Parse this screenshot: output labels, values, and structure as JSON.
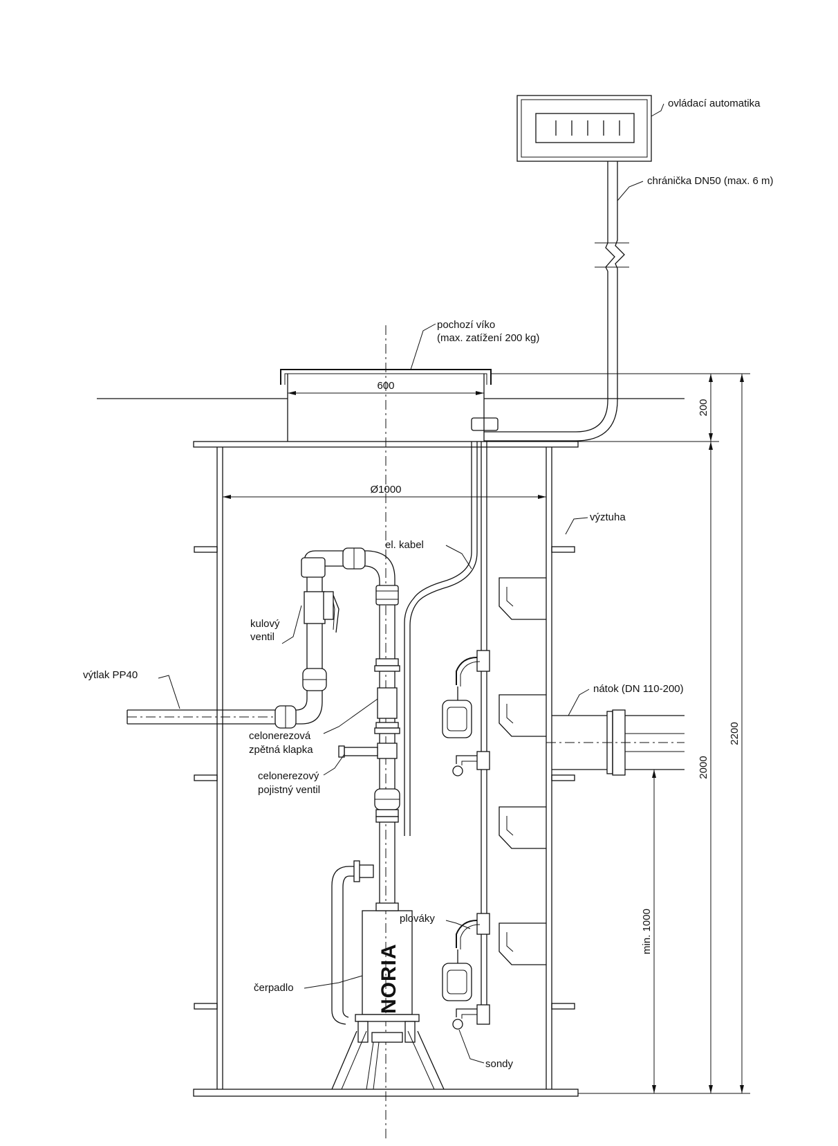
{
  "labels": {
    "control": "ovládací automatika",
    "conduit": "chránička DN50 (max. 6 m)",
    "lid_line1": "pochozí víko",
    "lid_line2": "(max. zatížení 200 kg)",
    "stiffener": "výztuha",
    "cable": "el. kabel",
    "ball_valve_line1": "kulový",
    "ball_valve_line2": "ventil",
    "discharge": "výtlak PP40",
    "inlet": "nátok (DN 110-200)",
    "check_valve_line1": "celonerezová",
    "check_valve_line2": "zpětná klapka",
    "safety_valve_line1": "celonerezový",
    "safety_valve_line2": "pojistný ventil",
    "floats": "plováky",
    "pump": "čerpadlo",
    "probes": "sondy",
    "pump_brand": "NORIA"
  },
  "dimensions": {
    "lid_width": "600",
    "diameter": "Ø1000",
    "lid_height": "200",
    "tank_height": "2000",
    "total_height": "2200",
    "min_inlet_height": "min. 1000"
  },
  "colors": {
    "line": "#111111",
    "background": "#ffffff"
  }
}
